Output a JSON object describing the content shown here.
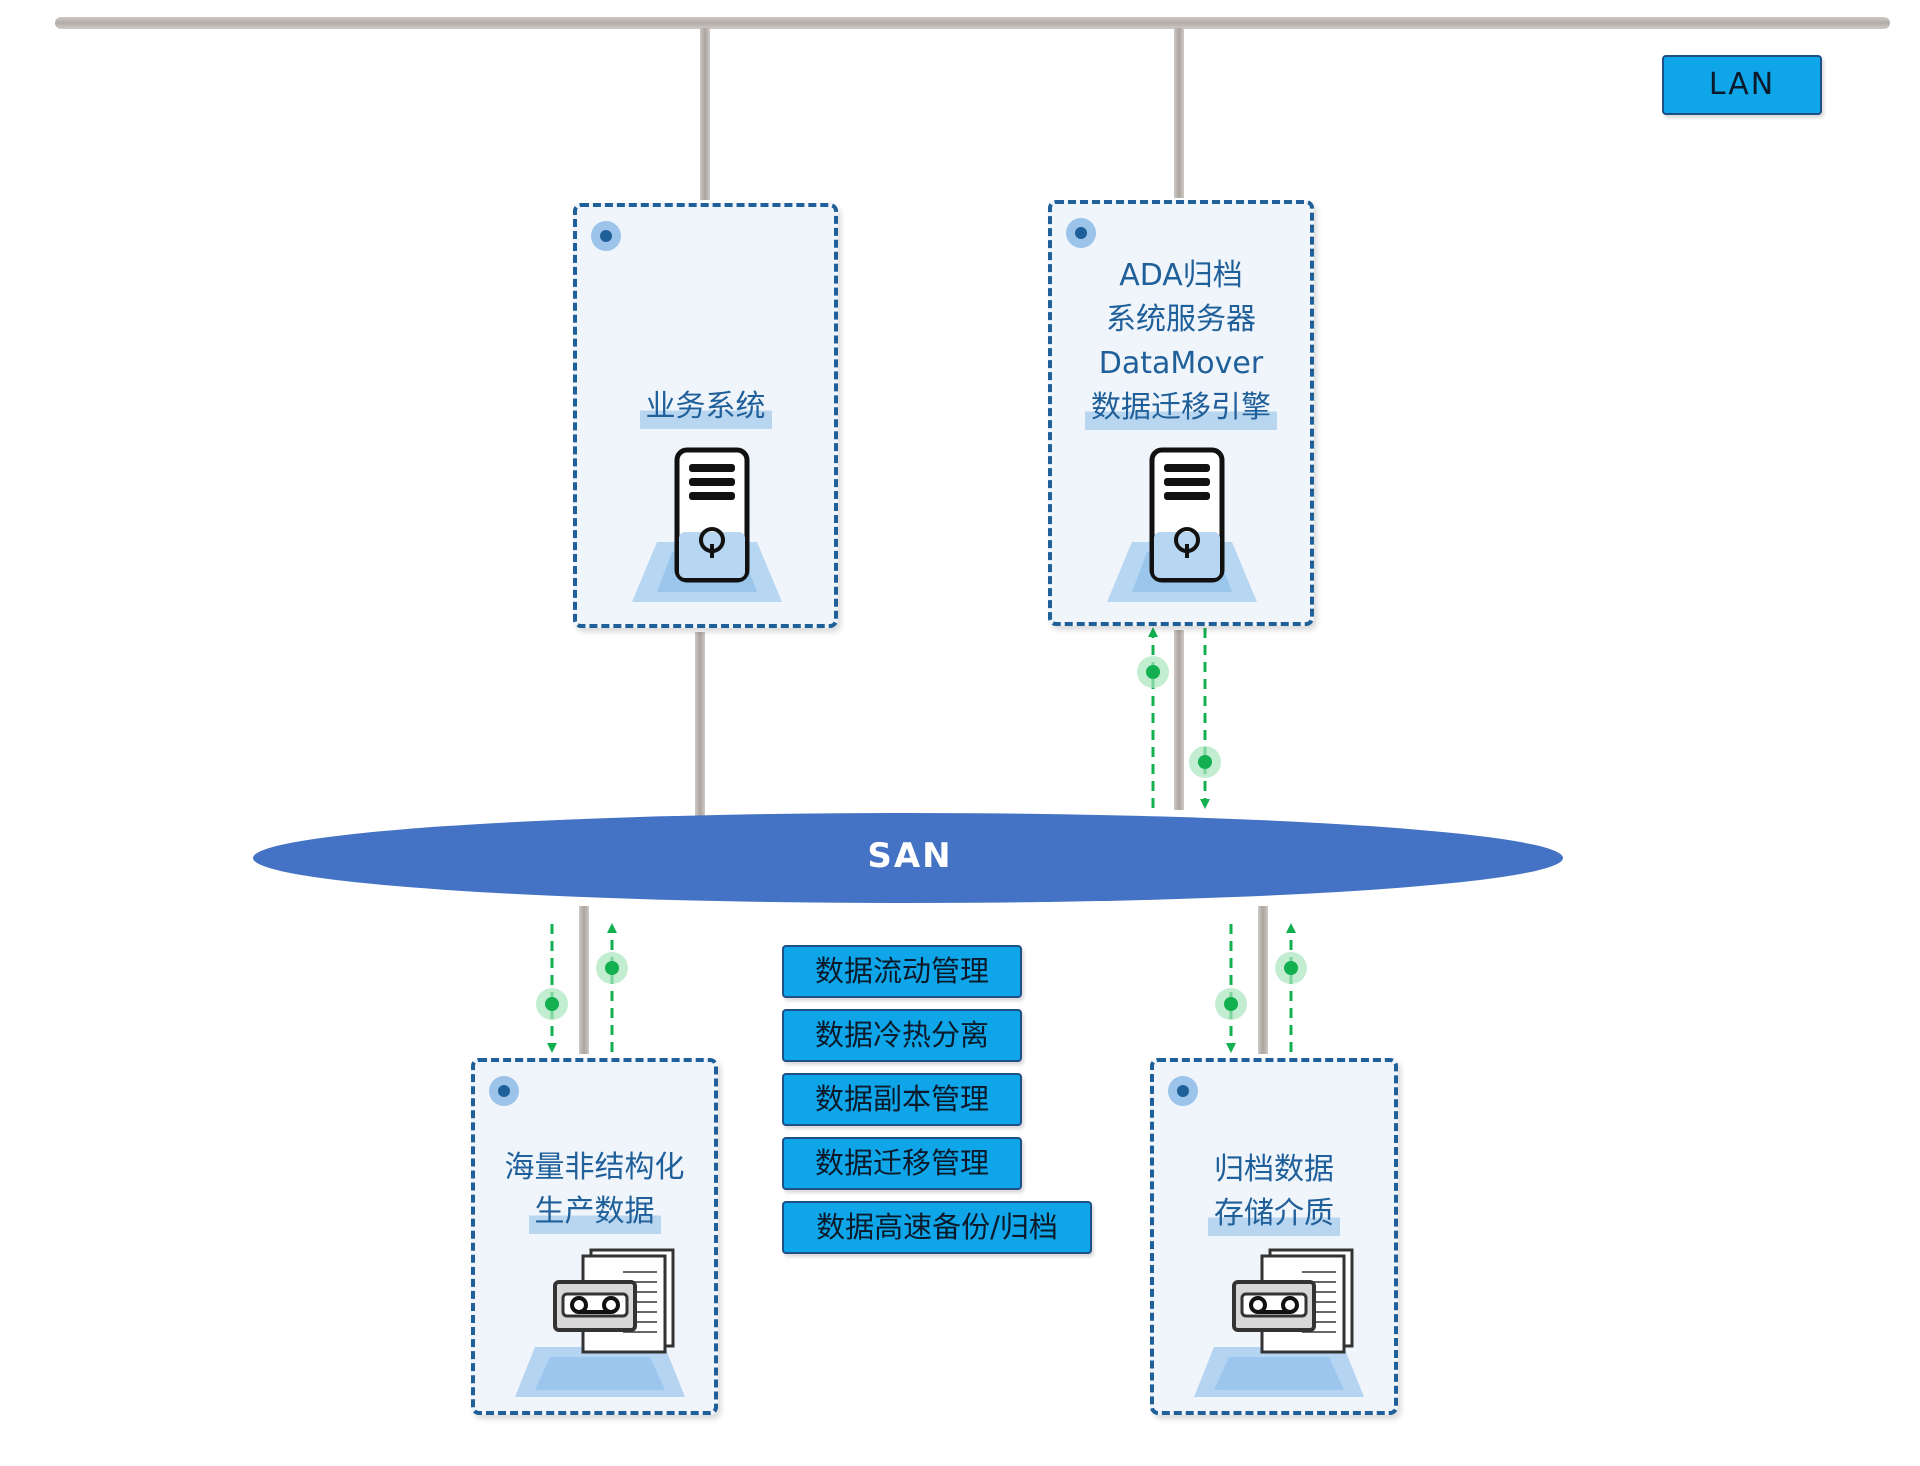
{
  "network": {
    "lan_label": "LAN",
    "san_label": "SAN"
  },
  "nodes": {
    "business": {
      "lines": [
        "业务系统"
      ],
      "icon": "server-icon"
    },
    "ada": {
      "lines": [
        "ADA归档",
        "系统服务器",
        "DataMover",
        "数据迁移引擎"
      ],
      "icon": "server-icon"
    },
    "production": {
      "lines": [
        "海量非结构化",
        "生产数据"
      ],
      "icon": "storage-tape-icon"
    },
    "archive": {
      "lines": [
        "归档数据",
        "存储介质"
      ],
      "icon": "storage-tape-icon"
    }
  },
  "functions": [
    "数据流动管理",
    "数据冷热分离",
    "数据副本管理",
    "数据迁移管理",
    "数据高速备份/归档"
  ],
  "colors": {
    "node_border": "#1f5f9a",
    "node_fill": "#f0f5fb",
    "san_fill": "#4472c4",
    "tag_fill": "#0ea5e9",
    "flow_arrow": "#12b050",
    "cable": "#b9b3ae"
  }
}
